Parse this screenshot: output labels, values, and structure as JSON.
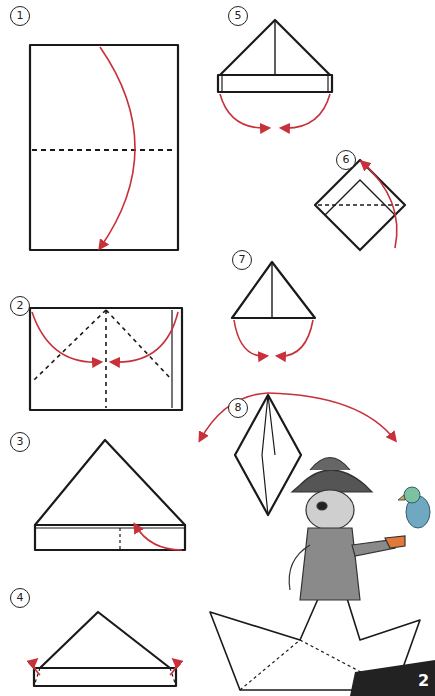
{
  "diagram": {
    "labels": [
      "1",
      "5",
      "6",
      "2",
      "7",
      "8",
      "3",
      "4",
      "2"
    ]
  }
}
